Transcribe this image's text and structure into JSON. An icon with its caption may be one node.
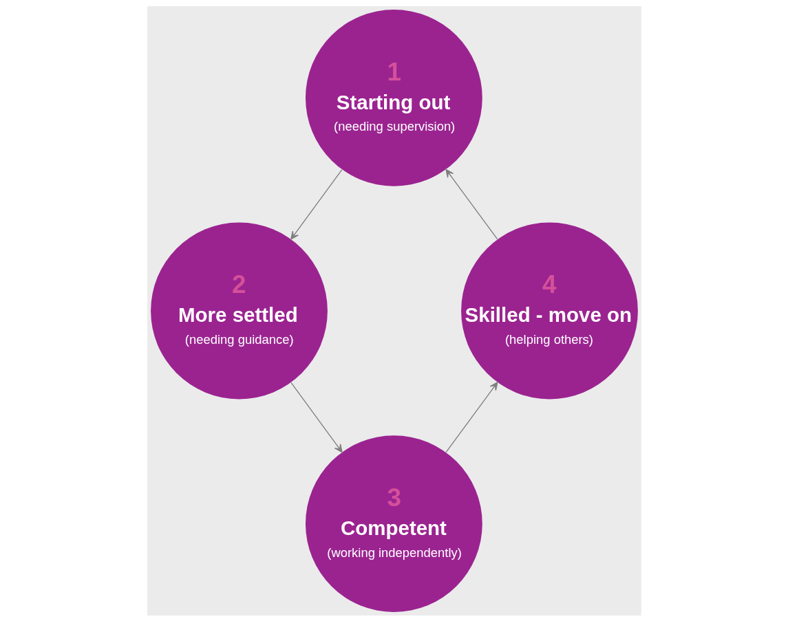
{
  "diagram": {
    "nodes": [
      {
        "text": [
          "1",
          "Starting out",
          "(needing supervision)"
        ]
      },
      {
        "text": [
          "2",
          "More settled",
          "(needing guidance)"
        ]
      },
      {
        "text": [
          "3",
          "Competent",
          "(working independently)"
        ]
      },
      {
        "text": [
          "4",
          "Skilled - move on",
          "(helping others)"
        ]
      }
    ],
    "edges": [
      {
        "from": 0,
        "to": 1,
        "arrow": "to"
      },
      {
        "from": 1,
        "to": 2,
        "arrow": "to"
      },
      {
        "from": 2,
        "to": 3,
        "arrow": "to"
      },
      {
        "from": 3,
        "to": 0,
        "arrow": "to"
      }
    ]
  }
}
